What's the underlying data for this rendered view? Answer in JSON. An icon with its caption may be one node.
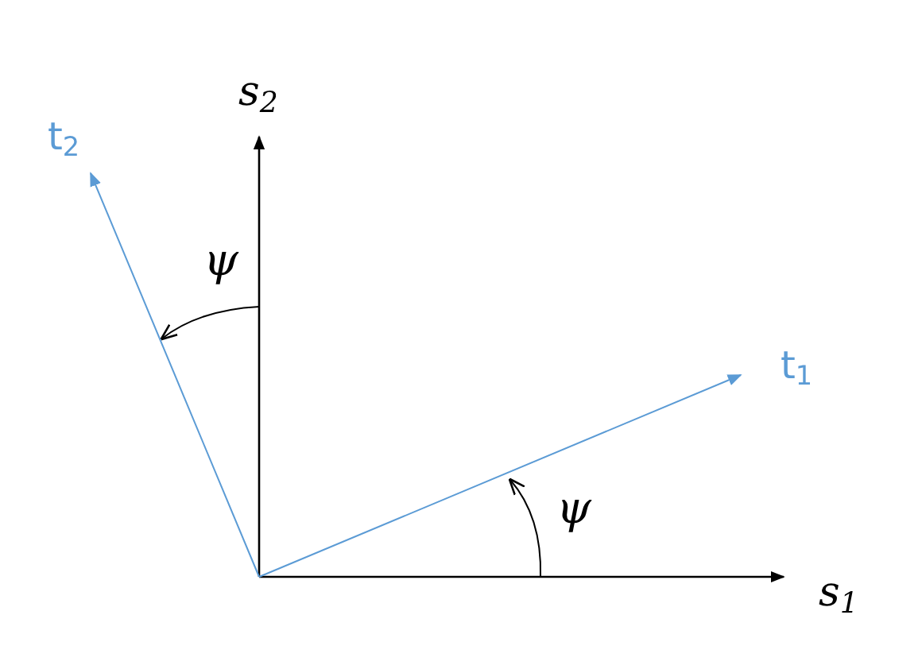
{
  "diagram": {
    "labels": [
      "s$_{2}$",
      "t$_{2}$",
      "ψ",
      "t$_{1}$",
      "ψ",
      "s$_{1}$"
    ]
  }
}
